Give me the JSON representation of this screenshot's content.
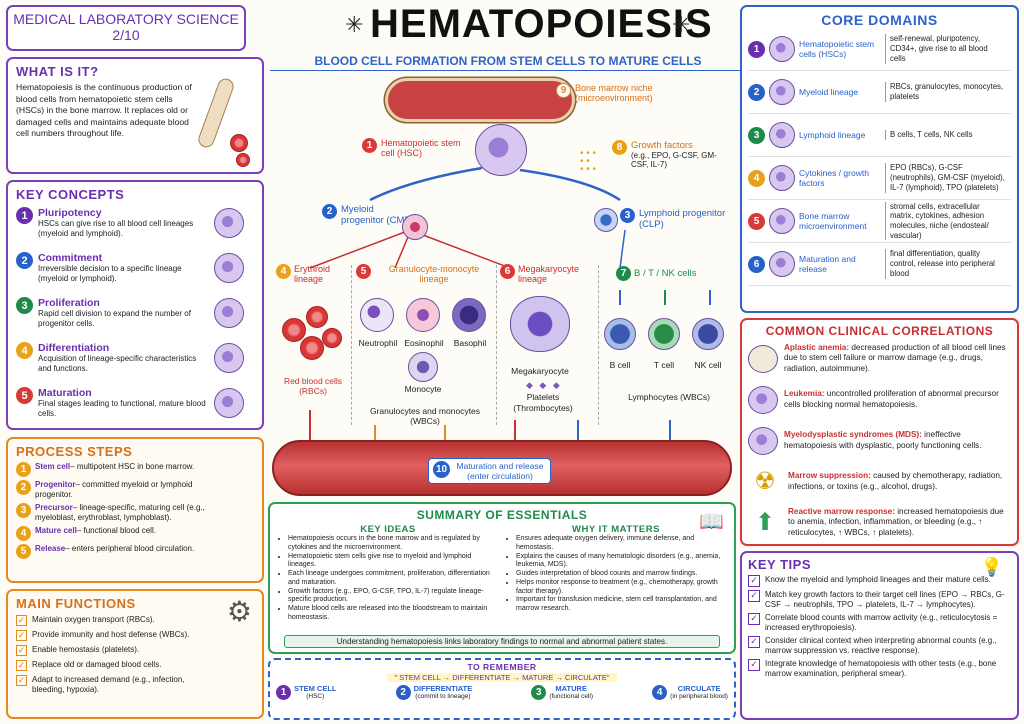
{
  "title": "HEMATOPOIESIS",
  "subtitle": "BLOOD CELL FORMATION FROM STEM CELLS TO MATURE CELLS",
  "series_label": "MEDICAL LABORATORY SCIENCE",
  "series_page": "2/10",
  "what": {
    "heading": "WHAT IS IT?",
    "text": "Hematopoiesis is the continuous production of blood cells from hematopoietic stem cells (HSCs) in the bone marrow. It replaces old or damaged cells and maintains adequate blood cell numbers throughout life."
  },
  "concepts": {
    "heading": "KEY CONCEPTS",
    "items": [
      {
        "n": "1",
        "title": "Pluripotency",
        "desc": "HSCs can give rise to all blood cell lineages (myeloid and lymphoid)."
      },
      {
        "n": "2",
        "title": "Commitment",
        "desc": "Irreversible decision to a specific lineage (myeloid or lymphoid)."
      },
      {
        "n": "3",
        "title": "Proliferation",
        "desc": "Rapid cell division to expand the number of progenitor cells."
      },
      {
        "n": "4",
        "title": "Differentiation",
        "desc": "Acquisition of lineage-specific characteristics and functions."
      },
      {
        "n": "5",
        "title": "Maturation",
        "desc": "Final stages leading to functional, mature blood cells."
      }
    ]
  },
  "process": {
    "heading": "PROCESS STEPS",
    "items": [
      {
        "n": "1",
        "title": "Stem cell",
        "desc": "– multipotent HSC in bone marrow."
      },
      {
        "n": "2",
        "title": "Progenitor",
        "desc": "– committed myeloid or lymphoid progenitor."
      },
      {
        "n": "3",
        "title": "Precursor",
        "desc": "– lineage-specific, maturing cell (e.g., myeloblast, erythroblast, lymphoblast)."
      },
      {
        "n": "4",
        "title": "Mature cell",
        "desc": "– functional blood cell."
      },
      {
        "n": "5",
        "title": "Release",
        "desc": "– enters peripheral blood circulation."
      }
    ]
  },
  "functions": {
    "heading": "MAIN FUNCTIONS",
    "items": [
      "Maintain oxygen transport (RBCs).",
      "Provide immunity and host defense (WBCs).",
      "Enable hemostasis (platelets).",
      "Replace old or damaged blood cells.",
      "Adapt to increased demand (e.g., infection, bleeding, hypoxia)."
    ]
  },
  "diagram": {
    "niche": "Bone marrow niche (microenvironment)",
    "hsc": "Hematopoietic stem cell (HSC)",
    "growth_title": "Growth factors",
    "growth_desc": "(e.g., EPO, G-CSF, GM-CSF, IL-7)",
    "myeloid": "Myeloid progenitor (CMP)",
    "lymphoid": "Lymphoid progenitor (CLP)",
    "erythroid": "Erythroid lineage",
    "granulo": "Granulocyte-monocyte lineage",
    "mega": "Megakaryocyte lineage",
    "btnk": "B / T / NK cells",
    "neutrophil": "Neutrophil",
    "eosinophil": "Eosinophil",
    "basophil": "Basophil",
    "monocyte": "Monocyte",
    "rbc": "Red blood cells (RBCs)",
    "gm": "Granulocytes and monocytes (WBCs)",
    "megakaryocyte": "Megakaryocyte",
    "platelets": "Platelets (Thrombocytes)",
    "bcell": "B cell",
    "tcell": "T cell",
    "nkcell": "NK cell",
    "lymphocytes": "Lymphocytes (WBCs)",
    "release": "Maturation and release (enter circulation)"
  },
  "summary": {
    "heading": "SUMMARY OF ESSENTIALS",
    "ideas_h": "KEY IDEAS",
    "matters_h": "WHY IT MATTERS",
    "ideas": [
      "Hematopoiesis occurs in the bone marrow and is regulated by cytokines and the microenvironment.",
      "Hematopoietic stem cells give rise to myeloid and lymphoid lineages.",
      "Each lineage undergoes commitment, proliferation, differentiation and maturation.",
      "Growth factors (e.g., EPO, G-CSF, TPO, IL-7) regulate lineage-specific production.",
      "Mature blood cells are released into the bloodstream to maintain homeostasis."
    ],
    "matters": [
      "Ensures adequate oxygen delivery, immune defense, and hemostasis.",
      "Explains the causes of many hematologic disorders (e.g., anemia, leukemia, MDS).",
      "Guides interpretation of blood counts and marrow findings.",
      "Helps monitor response to treatment (e.g., chemotherapy, growth factor therapy).",
      "Important for transfusion medicine, stem cell transplantation, and marrow research."
    ],
    "footer": "Understanding hematopoiesis links laboratory findings to normal and abnormal patient states."
  },
  "remember": {
    "heading": "TO REMEMBER",
    "phrase": "\" STEM CELL → DIFFERENTIATE → MATURE → CIRCULATE\"",
    "steps": [
      {
        "n": "1",
        "t": "STEM CELL",
        "s": "(HSC)"
      },
      {
        "n": "2",
        "t": "DIFFERENTIATE",
        "s": "(commit to lineage)"
      },
      {
        "n": "3",
        "t": "MATURE",
        "s": "(functional cell)"
      },
      {
        "n": "4",
        "t": "CIRCULATE",
        "s": "(in peripheral blood)"
      }
    ]
  },
  "domains": {
    "heading": "CORE DOMAINS",
    "items": [
      {
        "n": "1",
        "name": "Hematopoietic stem cells (HSCs)",
        "desc": "self-renewal, pluripotency, CD34+, give rise to all blood cells"
      },
      {
        "n": "2",
        "name": "Myeloid lineage",
        "desc": "RBCs, granulocytes, monocytes, platelets"
      },
      {
        "n": "3",
        "name": "Lymphoid lineage",
        "desc": "B cells, T cells, NK cells"
      },
      {
        "n": "4",
        "name": "Cytokines / growth factors",
        "desc": "EPO (RBCs), G-CSF (neutrophils), GM-CSF (myeloid), IL-7 (lymphoid), TPO (platelets)"
      },
      {
        "n": "5",
        "name": "Bone marrow microenvironment",
        "desc": "stromal cells, extracellular matrix, cytokines, adhesion molecules, niche (endosteal/ vascular)"
      },
      {
        "n": "6",
        "name": "Maturation and release",
        "desc": "final differentiation, quality control, release into peripheral blood"
      }
    ]
  },
  "clinical": {
    "heading": "COMMON CLINICAL CORRELATIONS",
    "items": [
      {
        "name": "Aplastic anemia:",
        "desc": "decreased production of all blood cell lines due to stem cell failure or marrow damage (e.g., drugs, radiation, autoimmune)."
      },
      {
        "name": "Leukemia:",
        "desc": "uncontrolled proliferation of abnormal precursor cells blocking normal hematopoiesis."
      },
      {
        "name": "Myelodysplastic syndromes (MDS):",
        "desc": "ineffective hematopoiesis with dysplastic, poorly functioning cells."
      },
      {
        "name": "Marrow suppression:",
        "desc": "caused by chemotherapy, radiation, infections, or toxins (e.g., alcohol, drugs)."
      },
      {
        "name": "Reactive marrow response:",
        "desc": "increased hematopoiesis due to anemia, infection, inflammation, or bleeding (e.g., ↑ reticulocytes, ↑ WBCs, ↑ platelets)."
      }
    ]
  },
  "tips": {
    "heading": "KEY TIPS",
    "items": [
      "Know the myeloid and lymphoid lineages and their mature cells.",
      "Match key growth factors to their target cell lines (EPO → RBCs, G-CSF → neutrophils, TPO → platelets, IL-7 → lymphocytes).",
      "Correlate blood counts with marrow activity (e.g., reticulocytosis = increased erythropoiesis).",
      "Consider clinical context when interpreting abnormal counts (e.g., marrow suppression vs. reactive response).",
      "Integrate knowledge of hematopoiesis with other tests (e.g., bone marrow examination, peripheral smear)."
    ]
  }
}
